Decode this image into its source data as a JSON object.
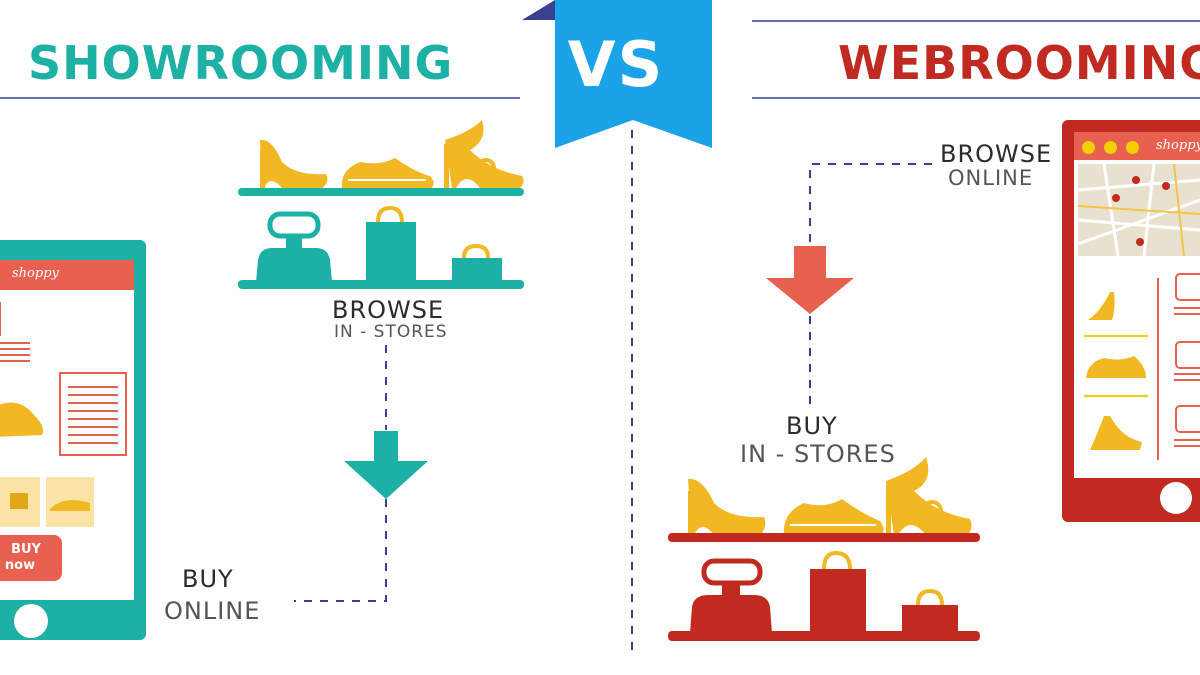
{
  "left": {
    "title": "SHOWROOMING",
    "browse_strong": "BROWSE",
    "browse_light": "IN - STORES",
    "buy_strong": "BUY",
    "buy_light": "ONLINE",
    "phone_logo": "shoppy",
    "buy_now_line1": "BUY",
    "buy_now_line2": "now"
  },
  "center": {
    "vs": "VS"
  },
  "right": {
    "title": "WEBROOMING",
    "browse_strong": "BROWSE",
    "browse_light": "ONLINE",
    "buy_strong": "BUY",
    "buy_light": "IN - STORES",
    "phone_logo": "shoppy"
  },
  "colors": {
    "teal": "#1db0a4",
    "red": "#c02a20",
    "salmon": "#e8604f",
    "yellow": "#f2b824",
    "blue": "#1aa3e6",
    "navy": "#3a3f8f",
    "rule": "#6a6fb4"
  }
}
